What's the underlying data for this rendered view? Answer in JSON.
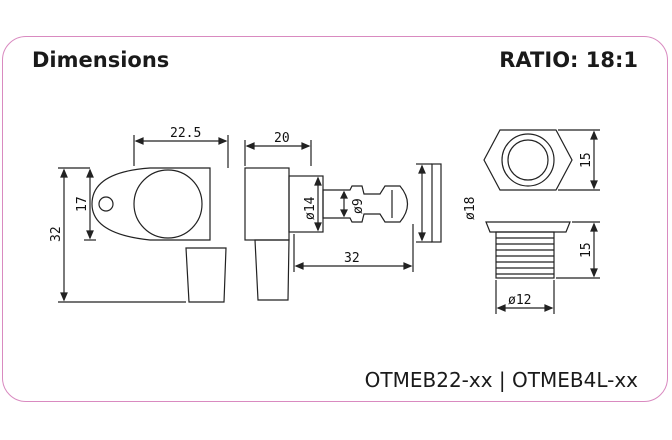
{
  "header": {
    "title": "Dimensions",
    "ratio": "RATIO: 18:1"
  },
  "footer": {
    "model": "OTMEB22-xx | OTMEB4L-xx"
  },
  "dimensions": {
    "top_width": "22.5",
    "height_total": "32",
    "height_plate": "17",
    "side_width": "20",
    "dia_14": "ø14",
    "dia_9": "ø9",
    "shaft_len": "32",
    "dia_18": "ø18",
    "nut_h": "15",
    "bush_h": "15",
    "dia_12": "ø12"
  },
  "colors": {
    "border": "#d98ac0",
    "line": "#222222"
  }
}
